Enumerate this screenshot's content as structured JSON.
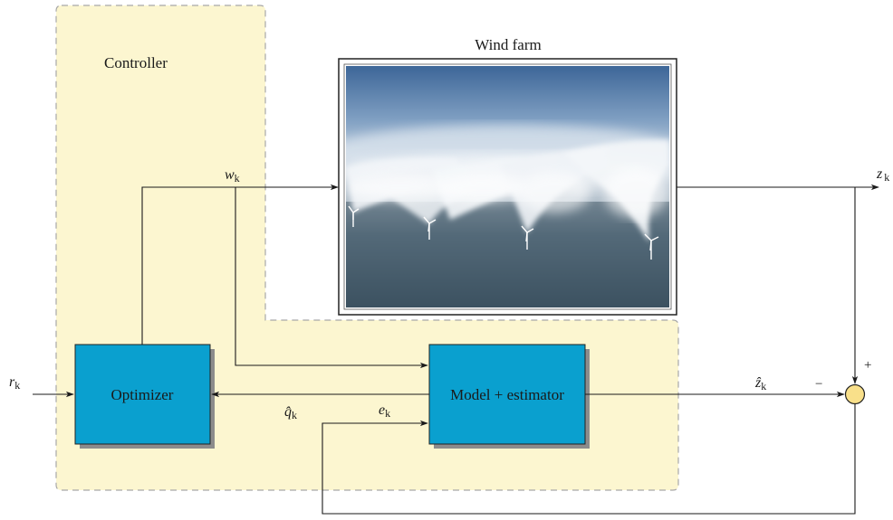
{
  "diagram": {
    "controller_label": "Controller",
    "wind_farm_label": "Wind farm",
    "optimizer_label": "Optimizer",
    "model_estimator_label": "Model + estimator",
    "signals": {
      "w": {
        "sym": "w",
        "sub": "k"
      },
      "z": {
        "sym": "z",
        "sub": "k"
      },
      "r": {
        "sym": "r",
        "sub": "k"
      },
      "q_hat": {
        "sym": "q̂",
        "sub": "k"
      },
      "z_hat": {
        "sym": "ẑ",
        "sub": "k"
      },
      "e": {
        "sym": "e",
        "sub": "k"
      }
    },
    "plus_sign": "+",
    "minus_sign": "−"
  },
  "colors": {
    "controller_fill": "#fcf6d0",
    "controller_border": "#a8a8a8",
    "block_fill": "#0aa0cf",
    "block_shadow": "#8c8c8c",
    "summing_fill": "#f9e08a",
    "line": "#1a1a1a",
    "sky_top": "#3f6a9e",
    "sea": "#3f5564"
  }
}
